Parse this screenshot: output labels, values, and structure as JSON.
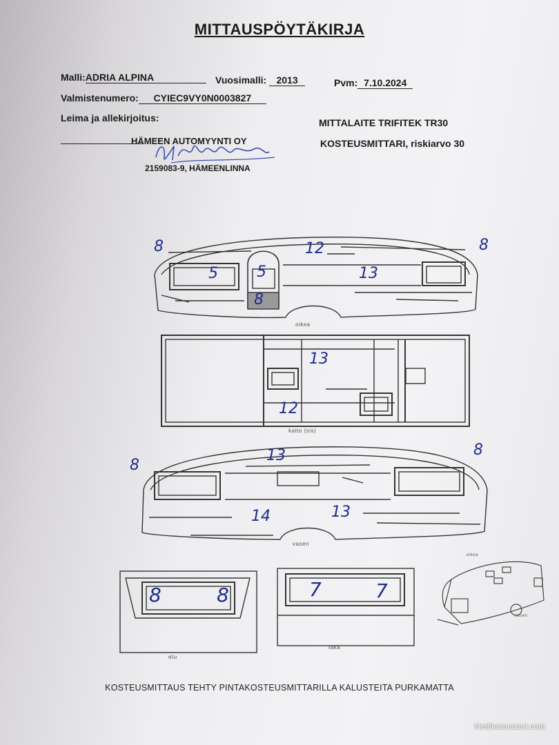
{
  "title": "MITTAUSPÖYTÄKIRJA",
  "fields": {
    "malli_label": "Malli:",
    "malli_value": "ADRIA ALPINA",
    "vuosimalli_label": "Vuosimalli:",
    "vuosimalli_value": "2013",
    "pvm_label": "Pvm:",
    "pvm_value": "7.10.2024",
    "valmistenumero_label": "Valmistenumero:",
    "valmistenumero_value": "CYIEC9VY0N0003827",
    "leima_label": "Leima ja allekirjoitus:"
  },
  "stamp": {
    "company": "HÄMEEN AUTOMYYNTI OY",
    "id_city": "2159083-9, HÄMEENLINNA"
  },
  "device": {
    "line1": "MITTALAITE TRIFITEK TR30",
    "line2": "KOSTEUSMITTARI, riskiarvo 30"
  },
  "diagram_labels": {
    "oikea": "oikea",
    "katto": "katto (sis)",
    "vasen": "vasen",
    "etu": "etu",
    "taka": "taka",
    "oikea_small": "oikea",
    "vasen_small": "vasen"
  },
  "readings": {
    "oikea": [
      "8",
      "5",
      "5",
      "8",
      "12",
      "13",
      "8"
    ],
    "katto": [
      "13",
      "12"
    ],
    "vasen": [
      "8",
      "13",
      "8",
      "14",
      "13"
    ],
    "etu": [
      "8",
      "8"
    ],
    "taka": [
      "7",
      "7"
    ]
  },
  "footer": "KOSTEUSMITTAUS TEHTY PINTAKOSTEUSMITTARILLA KALUSTEITA PURKAMATTA",
  "watermark": "Nettikaravaani.com",
  "colors": {
    "ink": "#1c2d8c",
    "print": "#1a1a1a"
  }
}
